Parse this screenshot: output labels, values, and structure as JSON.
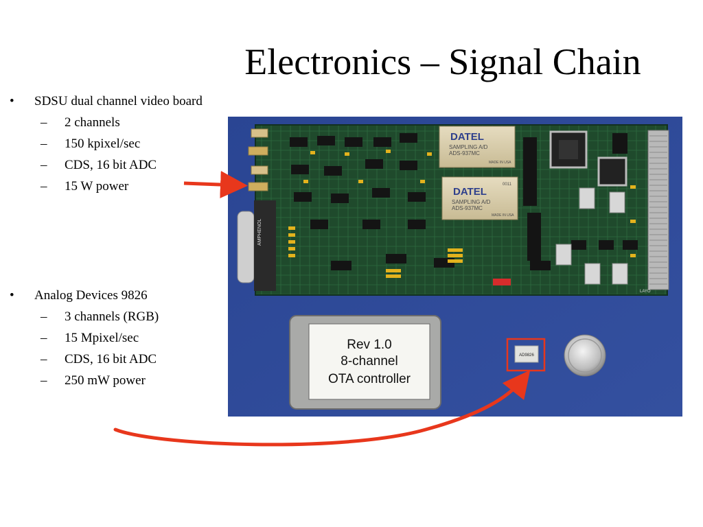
{
  "slide": {
    "title": "Electronics – Signal Chain",
    "bullet1": {
      "text": "SDSU dual channel video board",
      "subs": [
        "2 channels",
        "150 kpixel/sec",
        "CDS, 16 bit ADC",
        "15 W power"
      ]
    },
    "bullet2": {
      "text": "Analog Devices 9826",
      "subs": [
        "3 channels (RGB)",
        "15 Mpixel/sec",
        "CDS, 16 bit ADC",
        "250 mW power"
      ]
    },
    "markers": {
      "bullet": "•",
      "dash": "–"
    }
  },
  "photo": {
    "datel_brand": "DATEL",
    "datel_line1": "SAMPLING A/D",
    "datel_model": "ADS-937MC",
    "datel_origin": "MADE IN USA",
    "datel_code": "0011",
    "connector_text": "AMPHENOL",
    "board_ref": "LAYO",
    "card_line1": "Rev 1.0",
    "card_line2": "8-channel",
    "card_line3": "OTA controller",
    "chip_text": "AD9826"
  },
  "colors": {
    "background_blue": "#2f4a99",
    "pcb_green": "#1f4a2c",
    "arrow_red": "#e8371c"
  }
}
